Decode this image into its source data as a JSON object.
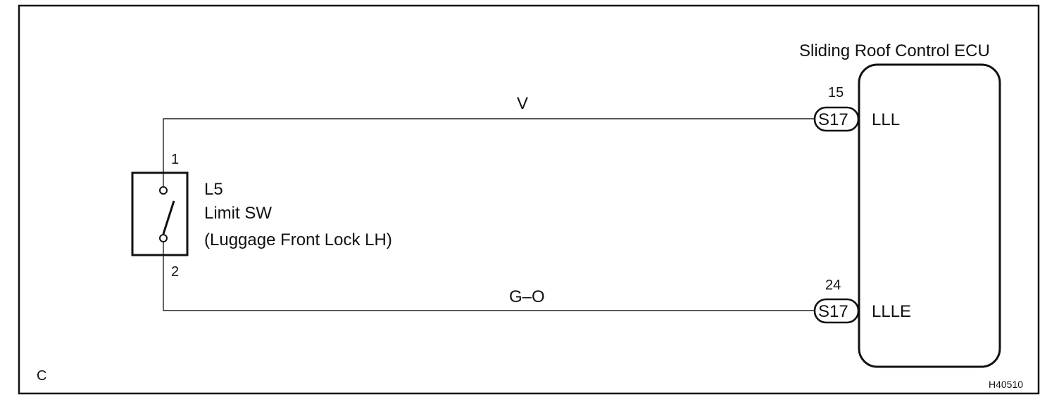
{
  "diagram": {
    "ecu_title": "Sliding Roof Control ECU",
    "switch": {
      "code": "L5",
      "name": "Limit SW",
      "description": "(Luggage Front Lock LH)",
      "pin_top": "1",
      "pin_bottom": "2"
    },
    "wires": [
      {
        "color_code": "V",
        "pin": "15",
        "connector": "S17",
        "terminal": "LLL"
      },
      {
        "color_code": "G–O",
        "pin": "24",
        "connector": "S17",
        "terminal": "LLLE"
      }
    ],
    "corner_label": "C",
    "figure_id": "H40510"
  }
}
